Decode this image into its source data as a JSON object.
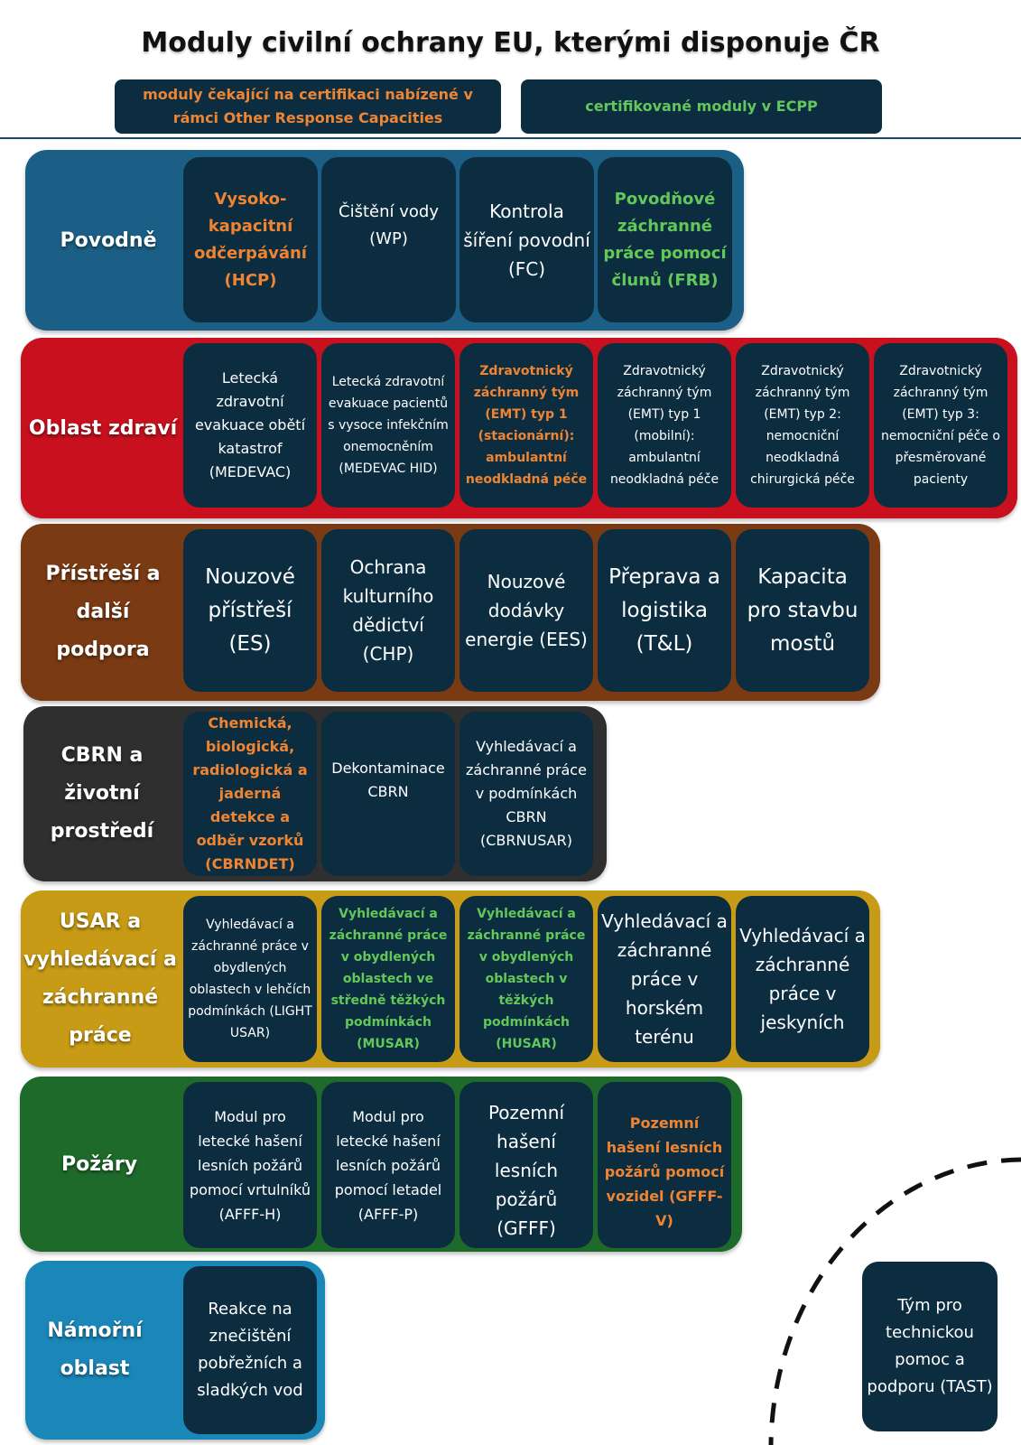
{
  "title": "Moduly civilní ochrany EU, kterými disponuje ČR",
  "legend": {
    "orange": "moduly čekající na certifikaci nabízené v rámci Other Response Capacities",
    "green": "certifikované moduly v ECPP"
  },
  "colors": {
    "card_bg": "#0c2d40",
    "orange_text": "#ef8433",
    "green_text": "#63c85a",
    "povodne": "#1b5f86",
    "zdravi": "#c8101e",
    "pristresi": "#7a3a13",
    "cbrn": "#2f2f2f",
    "usar": "#c79b16",
    "pozary": "#1e6a2a",
    "namorni": "#1a87b8"
  },
  "categories": {
    "povodne": {
      "label": "Povodně",
      "cards": [
        {
          "text": "Vysoko-kapacitní odčerpávání (HCP)",
          "status": "pending"
        },
        {
          "text": "Čištění vody (WP)",
          "status": "none"
        },
        {
          "text": "Kontrola šíření povodní (FC)",
          "status": "none"
        },
        {
          "text": "Povodňové záchranné práce pomocí člunů (FRB)",
          "status": "certified"
        }
      ]
    },
    "zdravi": {
      "label": "Oblast zdraví",
      "cards": [
        {
          "text": "Letecká zdravotní evakuace obětí katastrof (MEDEVAC)",
          "status": "none"
        },
        {
          "text": "Letecká zdravotní evakuace pacientů s vysoce infekčním onemocněním (MEDEVAC HID)",
          "status": "none"
        },
        {
          "text": "Zdravotnický záchranný tým (EMT) typ 1 (stacionární): ambulantní neodkladná péče",
          "status": "pending"
        },
        {
          "text": "Zdravotnický záchranný tým (EMT) typ 1 (mobilní): ambulantní neodkladná péče",
          "status": "none"
        },
        {
          "text": "Zdravotnický záchranný tým (EMT) typ 2: nemocniční neodkladná chirurgická péče",
          "status": "none"
        },
        {
          "text": "Zdravotnický záchranný tým (EMT) typ 3: nemocniční péče o přesměrované pacienty",
          "status": "none"
        }
      ]
    },
    "pristresi": {
      "label": "Přístřeší a další podpora",
      "cards": [
        {
          "text": "Nouzové přístřeší (ES)",
          "status": "none"
        },
        {
          "text": "Ochrana kulturního dědictví (CHP)",
          "status": "none"
        },
        {
          "text": "Nouzové dodávky energie (EES)",
          "status": "none"
        },
        {
          "text": "Přeprava a logistika (T&L)",
          "status": "none"
        },
        {
          "text": "Kapacita pro stavbu mostů",
          "status": "none"
        }
      ]
    },
    "cbrn": {
      "label": "CBRN a životní prostředí",
      "cards": [
        {
          "text": "Chemická, biologická, radiologická a jaderná detekce a odběr vzorků (CBRNDET)",
          "status": "pending"
        },
        {
          "text": "Dekontaminace CBRN",
          "status": "none"
        },
        {
          "text": "Vyhledávací a záchranné práce v podmínkách CBRN (CBRNUSAR)",
          "status": "none"
        }
      ]
    },
    "usar": {
      "label": "USAR a vyhledávací a záchranné práce",
      "cards": [
        {
          "text": "Vyhledávací a záchranné práce v obydlených oblastech v lehčích podmínkách (LIGHT USAR)",
          "status": "none"
        },
        {
          "text": "Vyhledávací a záchranné práce v obydlených oblastech ve středně těžkých podmínkách (MUSAR)",
          "status": "certified"
        },
        {
          "text": "Vyhledávací a záchranné práce v obydlených oblastech v těžkých podmínkách (HUSAR)",
          "status": "certified"
        },
        {
          "text": "Vyhledávací a záchranné práce v horském terénu",
          "status": "none"
        },
        {
          "text": "Vyhledávací a záchranné práce v jeskyních",
          "status": "none"
        }
      ]
    },
    "pozary": {
      "label": "Požáry",
      "cards": [
        {
          "text": "Modul pro letecké hašení lesních požárů pomocí vrtulníků (AFFF-H)",
          "status": "none"
        },
        {
          "text": "Modul pro letecké hašení lesních požárů pomocí letadel (AFFF-P)",
          "status": "none"
        },
        {
          "text": "Pozemní hašení lesních požárů (GFFF)",
          "status": "none"
        },
        {
          "text": "Pozemní hašení lesních požárů pomocí vozidel (GFFF-V)",
          "status": "pending"
        }
      ]
    },
    "namorni": {
      "label": "Námořní oblast",
      "cards": [
        {
          "text": "Reakce na znečištění pobřežních a sladkých vod",
          "status": "none"
        }
      ]
    }
  },
  "tast": "Tým pro technickou pomoc a podporu (TAST)"
}
